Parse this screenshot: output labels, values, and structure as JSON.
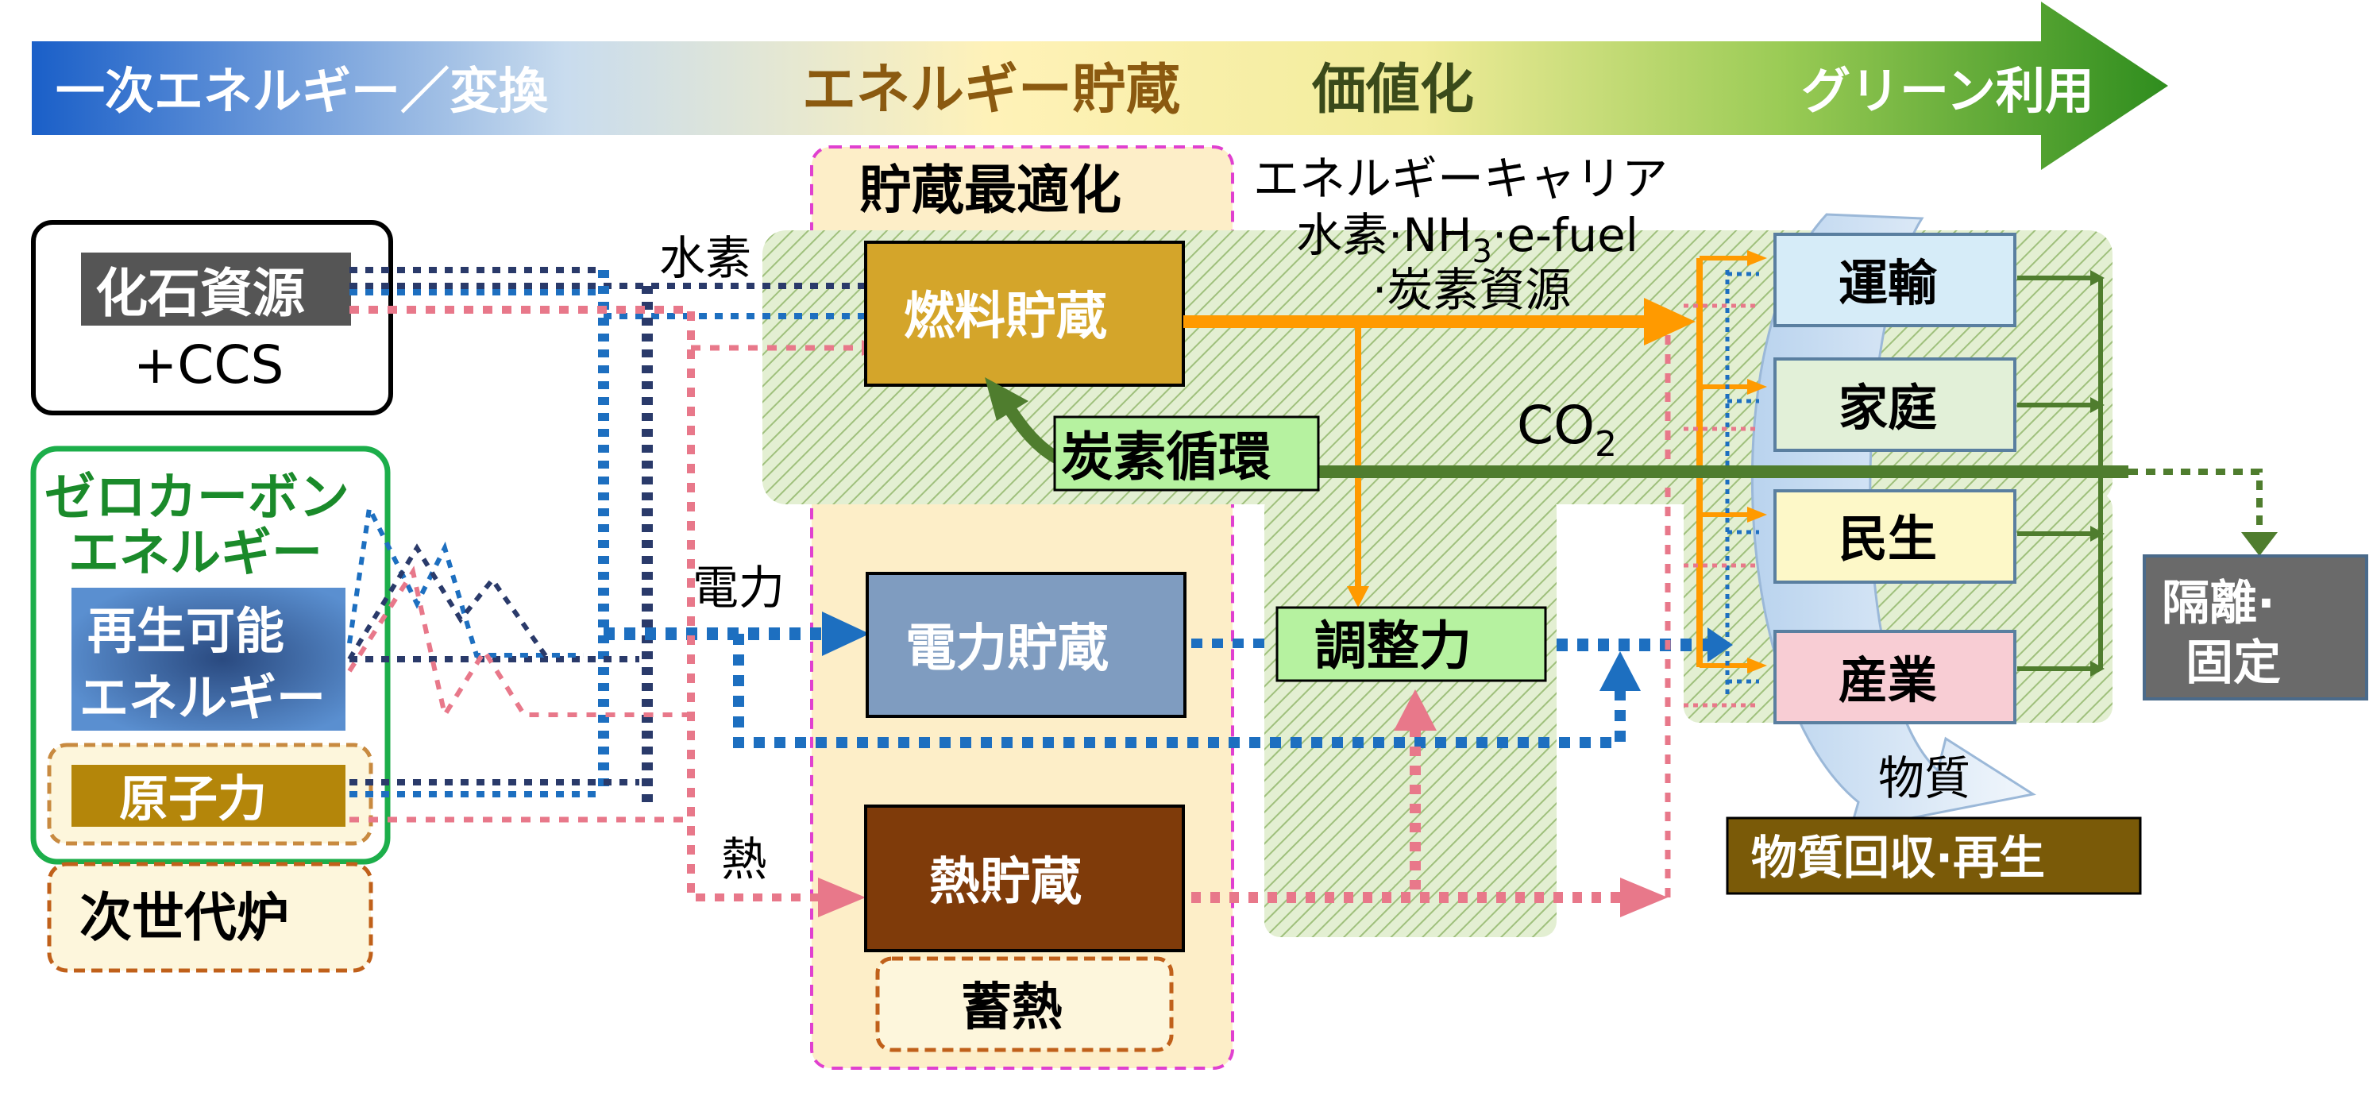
{
  "banner": {
    "left": "一次エネルギー／変換",
    "storage": "エネルギー貯蔵",
    "value": "価値化",
    "right": "グリーン利用"
  },
  "sources": {
    "fossil": "化石資源",
    "ccs": "+CCS",
    "zero_carbon_line1": "ゼロカーボン",
    "zero_carbon_line2": "エネルギー",
    "renewable_line1": "再生可能",
    "renewable_line2": "エネルギー",
    "nuclear": "原子力",
    "next_gen": "次世代炉"
  },
  "storage": {
    "section_title": "貯蔵最適化",
    "fuel": "燃料貯蔵",
    "power": "電力貯蔵",
    "heat": "熱貯蔵",
    "heat_accum": "蓄熱"
  },
  "flow_labels": {
    "hydrogen": "水素",
    "electricity": "電力",
    "heat": "熱",
    "carrier_line1": "エネルギーキャリア",
    "carrier_line2_pre": "水素·NH",
    "carrier_line2_sub": "3",
    "carrier_line2_post": "·e-fuel",
    "carrier_line3": "·炭素資源",
    "co2_main": "CO",
    "co2_sub": "2",
    "carbon_cycle": "炭素循環",
    "balancing": "調整力",
    "material": "物質"
  },
  "sectors": {
    "transport": "運輸",
    "household": "家庭",
    "commercial": "民生",
    "industry": "産業"
  },
  "outputs": {
    "recovery": "物質回収·再生",
    "isolation_line1": "隔離·",
    "isolation_line2": "固定"
  },
  "colors": {
    "hydrogen_flow": "#2a3a6a",
    "electricity_flow": "#1d6fc0",
    "heat_flow": "#e8788a",
    "carrier_flow": "#ff9a00",
    "co2_flow": "#4f7d2e",
    "fuel_box": "#d4a52a",
    "power_box": "#7f9cc0",
    "heat_box": "#7f3b0a"
  }
}
